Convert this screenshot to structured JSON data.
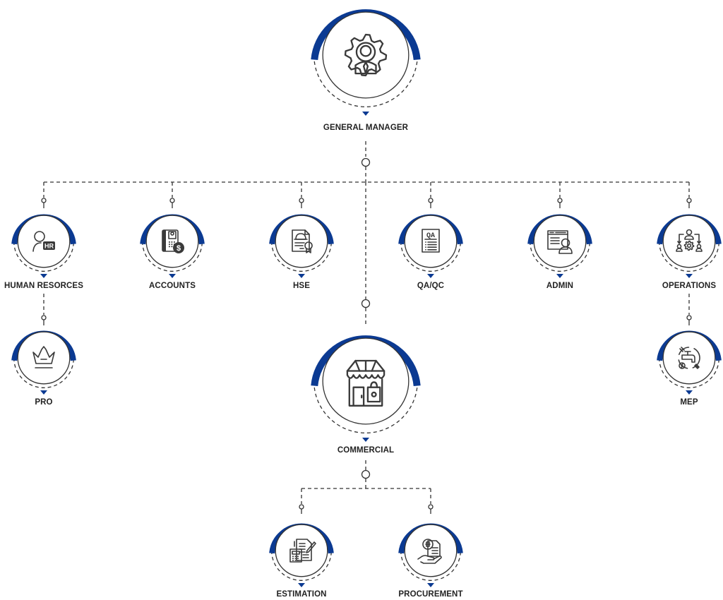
{
  "title": "Organization Chart",
  "colors": {
    "accent": "#0b3a92",
    "line": "#333333",
    "text": "#222222",
    "background": "#ffffff"
  },
  "nodes": {
    "general_manager": {
      "label": "GENERAL MANAGER",
      "icon": "gear-person-icon"
    },
    "human_resources": {
      "label": "HUMAN RESORCES",
      "icon": "hr-person-icon"
    },
    "accounts": {
      "label": "ACCOUNTS",
      "icon": "ledger-dollar-icon"
    },
    "hse": {
      "label": "HSE",
      "icon": "safety-certificate-icon"
    },
    "qa_qc": {
      "label": "QA/QC",
      "icon": "qa-document-icon"
    },
    "admin": {
      "label": "ADMIN",
      "icon": "admin-window-person-icon"
    },
    "operations": {
      "label": "OPERATIONS",
      "icon": "operations-team-gear-icon"
    },
    "pro": {
      "label": "PRO",
      "icon": "crown-icon"
    },
    "mep": {
      "label": "MEP",
      "icon": "faucet-plug-icon"
    },
    "commercial": {
      "label": "COMMERCIAL",
      "icon": "storefront-icon"
    },
    "estimation": {
      "label": "ESTIMATION",
      "icon": "calculator-document-icon"
    },
    "procurement": {
      "label": "PROCUREMENT",
      "icon": "hand-document-icon"
    }
  },
  "hierarchy": [
    {
      "parent": "general_manager",
      "children": [
        "human_resources",
        "accounts",
        "hse",
        "qa_qc",
        "admin",
        "operations",
        "commercial"
      ]
    },
    {
      "parent": "human_resources",
      "children": [
        "pro"
      ]
    },
    {
      "parent": "operations",
      "children": [
        "mep"
      ]
    },
    {
      "parent": "commercial",
      "children": [
        "estimation",
        "procurement"
      ]
    }
  ]
}
